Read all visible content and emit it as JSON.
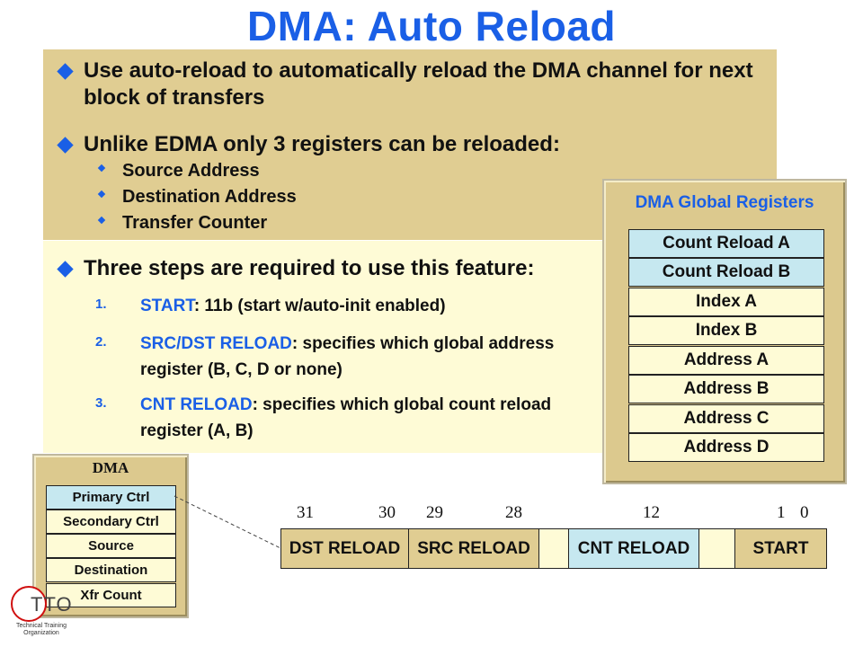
{
  "title": "DMA: Auto Reload",
  "intro_bullets": [
    {
      "text": "Use auto-reload to automatically reload the DMA channel for next block of transfers"
    },
    {
      "text": "Unlike EDMA only 3 registers can be reloaded:"
    }
  ],
  "reloadable_registers": [
    "Source Address",
    "Destination Address",
    "Transfer Counter"
  ],
  "steps_heading": "Three steps are required to use this feature:",
  "steps": [
    {
      "num": "1.",
      "keyword": "START",
      "text": ":  11b (start w/auto-init enabled)"
    },
    {
      "num": "2.",
      "keyword": "SRC/DST RELOAD",
      "text": ":  specifies which global address register (B, C, D or none)"
    },
    {
      "num": "3.",
      "keyword": "CNT RELOAD",
      "text": ":  specifies which global count reload register (A, B)"
    }
  ],
  "global_registers": {
    "title": "DMA Global Registers",
    "items": [
      "Count Reload A",
      "Count Reload B",
      "Index A",
      "Index B",
      "Address A",
      "Address B",
      "Address C",
      "Address D"
    ]
  },
  "dma_panel": {
    "title": "DMA",
    "items": [
      "Primary Ctrl",
      "Secondary Ctrl",
      "Source",
      "Destination",
      "Xfr Count"
    ]
  },
  "bit_numbers": [
    "31",
    "30",
    "29",
    "28",
    "12",
    "1",
    "0"
  ],
  "fields": {
    "dst_reload": "DST RELOAD",
    "src_reload": "SRC RELOAD",
    "cnt_reload": "CNT RELOAD",
    "start": "START"
  },
  "logo": {
    "text": "TTO",
    "subtitle": "Technical Training Organization"
  },
  "colors": {
    "accent_blue": "#1a5fe6",
    "tan": "#e0cd92",
    "pale_yellow": "#fefbd6",
    "light_blue": "#c6e8f0",
    "logo_red": "#d01010"
  }
}
